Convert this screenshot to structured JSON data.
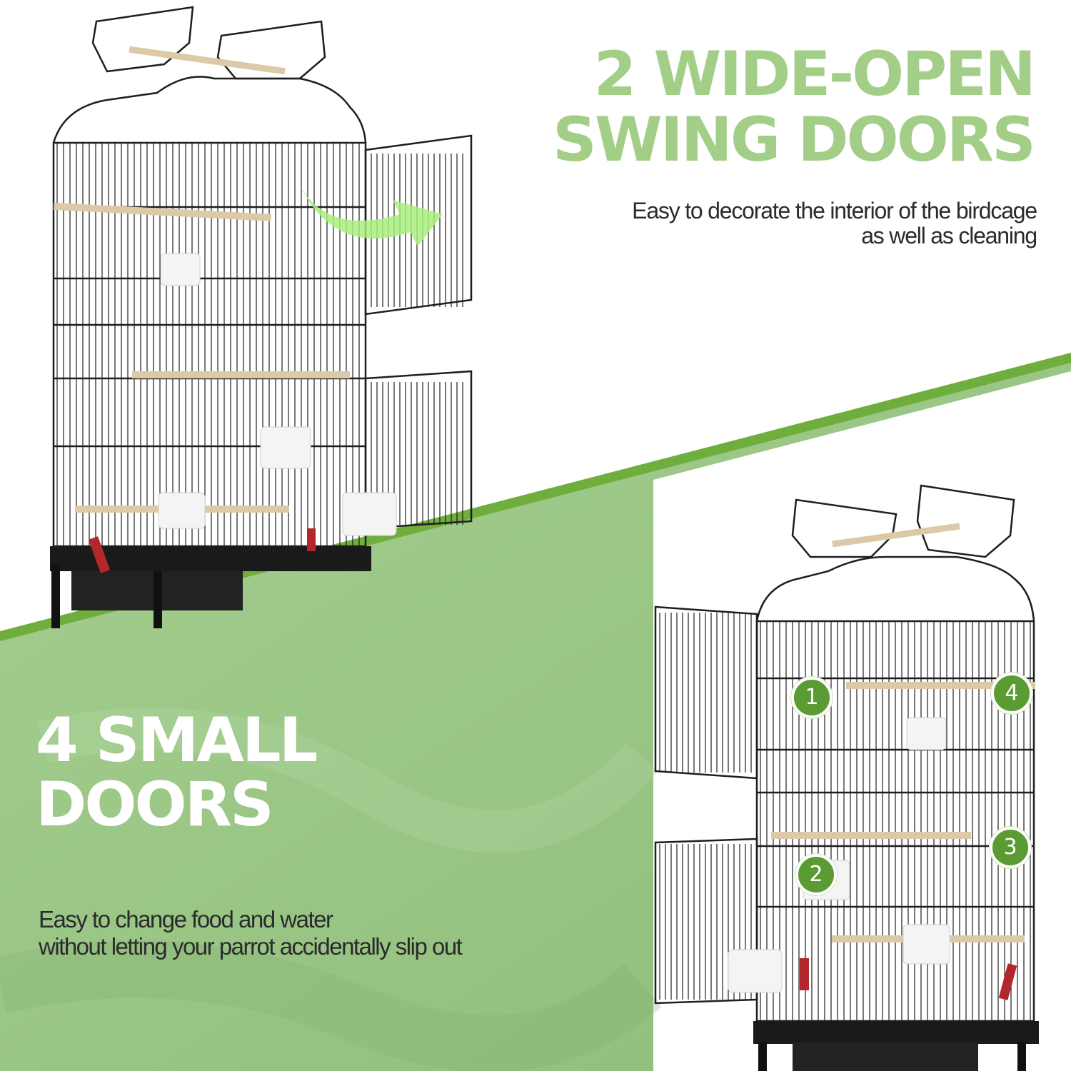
{
  "colors": {
    "accent_green": "#a3ce87",
    "panel_green": "#9dc788",
    "badge_green": "#5a9b33",
    "text_dark": "#2b2b2b",
    "cage_black": "#1e1e1e",
    "perch_wood": "#dcc9a8",
    "latch_red": "#b3262b"
  },
  "swing_doors": {
    "headline_line1": "2 WIDE-OPEN",
    "headline_line2": "SWING DOORS",
    "sub_line1": "Easy to decorate the interior of the birdcage",
    "sub_line2": "as well as cleaning",
    "arrow_icon": "green-curved-arrow-icon"
  },
  "small_doors": {
    "headline_line1": "4 SMALL",
    "headline_line2": "DOORS",
    "sub_line1": "Easy to change food and water",
    "sub_line2": "without letting your parrot accidentally slip out",
    "door_markers": [
      "1",
      "2",
      "3",
      "4"
    ]
  }
}
